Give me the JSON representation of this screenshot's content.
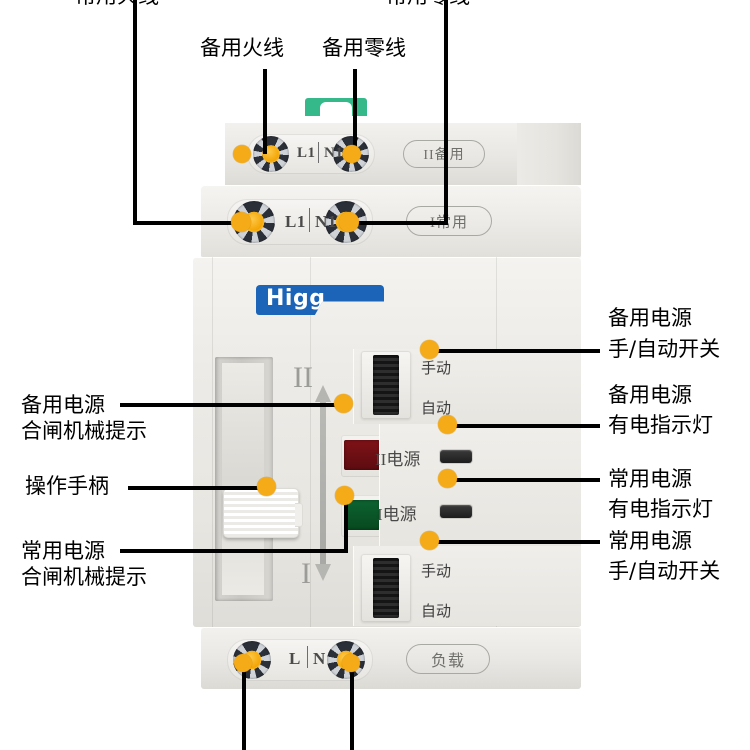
{
  "product": {
    "brand": "Higg",
    "type": "dual-power-automatic-transfer-switch"
  },
  "terminals": {
    "tier_backup": {
      "badge": "II备用",
      "left_mark": "L1",
      "right_mark": "N1"
    },
    "tier_normal": {
      "badge": "I常用",
      "left_mark": "L1",
      "right_mark": "N1"
    },
    "tier_load": {
      "badge": "负载",
      "left_mark": "L",
      "right_mark": "N"
    }
  },
  "face": {
    "roman_upper": "II",
    "roman_lower": "I",
    "led_upper_label": "II电源",
    "led_lower_label": "I电源",
    "toggle_upper_top": "手动",
    "toggle_upper_bottom": "自动",
    "toggle_lower_top": "手动",
    "toggle_lower_bottom": "自动"
  },
  "callouts": {
    "top_far_left": "常用火线",
    "top_far_right": "常用零线",
    "top_inner_left": "备用火线",
    "top_inner_right": "备用零线",
    "left_upper_1": "备用电源",
    "left_upper_2": "合闸机械提示",
    "left_middle": "操作手柄",
    "left_lower_1": "常用电源",
    "left_lower_2": "合闸机械提示",
    "right_1_line1": "备用电源",
    "right_1_line2": "手/自动开关",
    "right_2_line1": "备用电源",
    "right_2_line2": "有电指示灯",
    "right_3_line1": "常用电源",
    "right_3_line2": "有电指示灯",
    "right_4_line1": "常用电源",
    "right_4_line2": "手/自动开关"
  },
  "colors": {
    "dot": "#f5ab18",
    "leader": "#000000",
    "brand_blue": "#1b64b8",
    "clip_green": "#35b98a",
    "flag_red": "#7e1218",
    "flag_green": "#0d6331"
  }
}
